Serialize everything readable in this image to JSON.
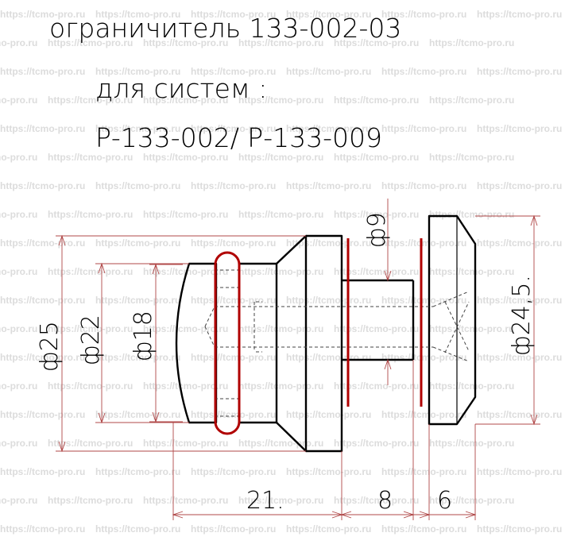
{
  "title": {
    "line1": "ограничитель  133-002-03",
    "line2": "для систем :",
    "line3": "Р-133-002/ Р-133-009"
  },
  "dimensions": {
    "d25": "ф25",
    "d22": "ф22",
    "d18": "ф18",
    "d9": "ф9",
    "d245": "ф24,5.",
    "l21": "21.",
    "l8": "8",
    "l6": "6"
  },
  "watermark": {
    "text": "https://tcmo-pro.ru"
  }
}
